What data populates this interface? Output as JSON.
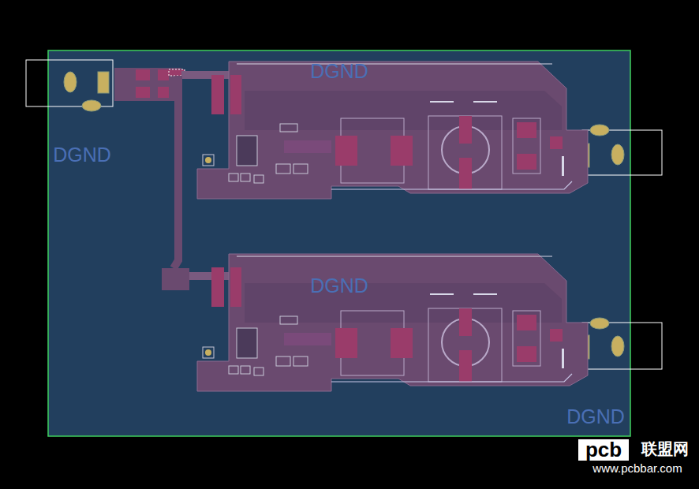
{
  "diagram": {
    "labels": [
      "DGND",
      "DGND",
      "DGND",
      "DGND",
      "pcb",
      "联盟网",
      "www.pcbbar.com"
    ]
  }
}
